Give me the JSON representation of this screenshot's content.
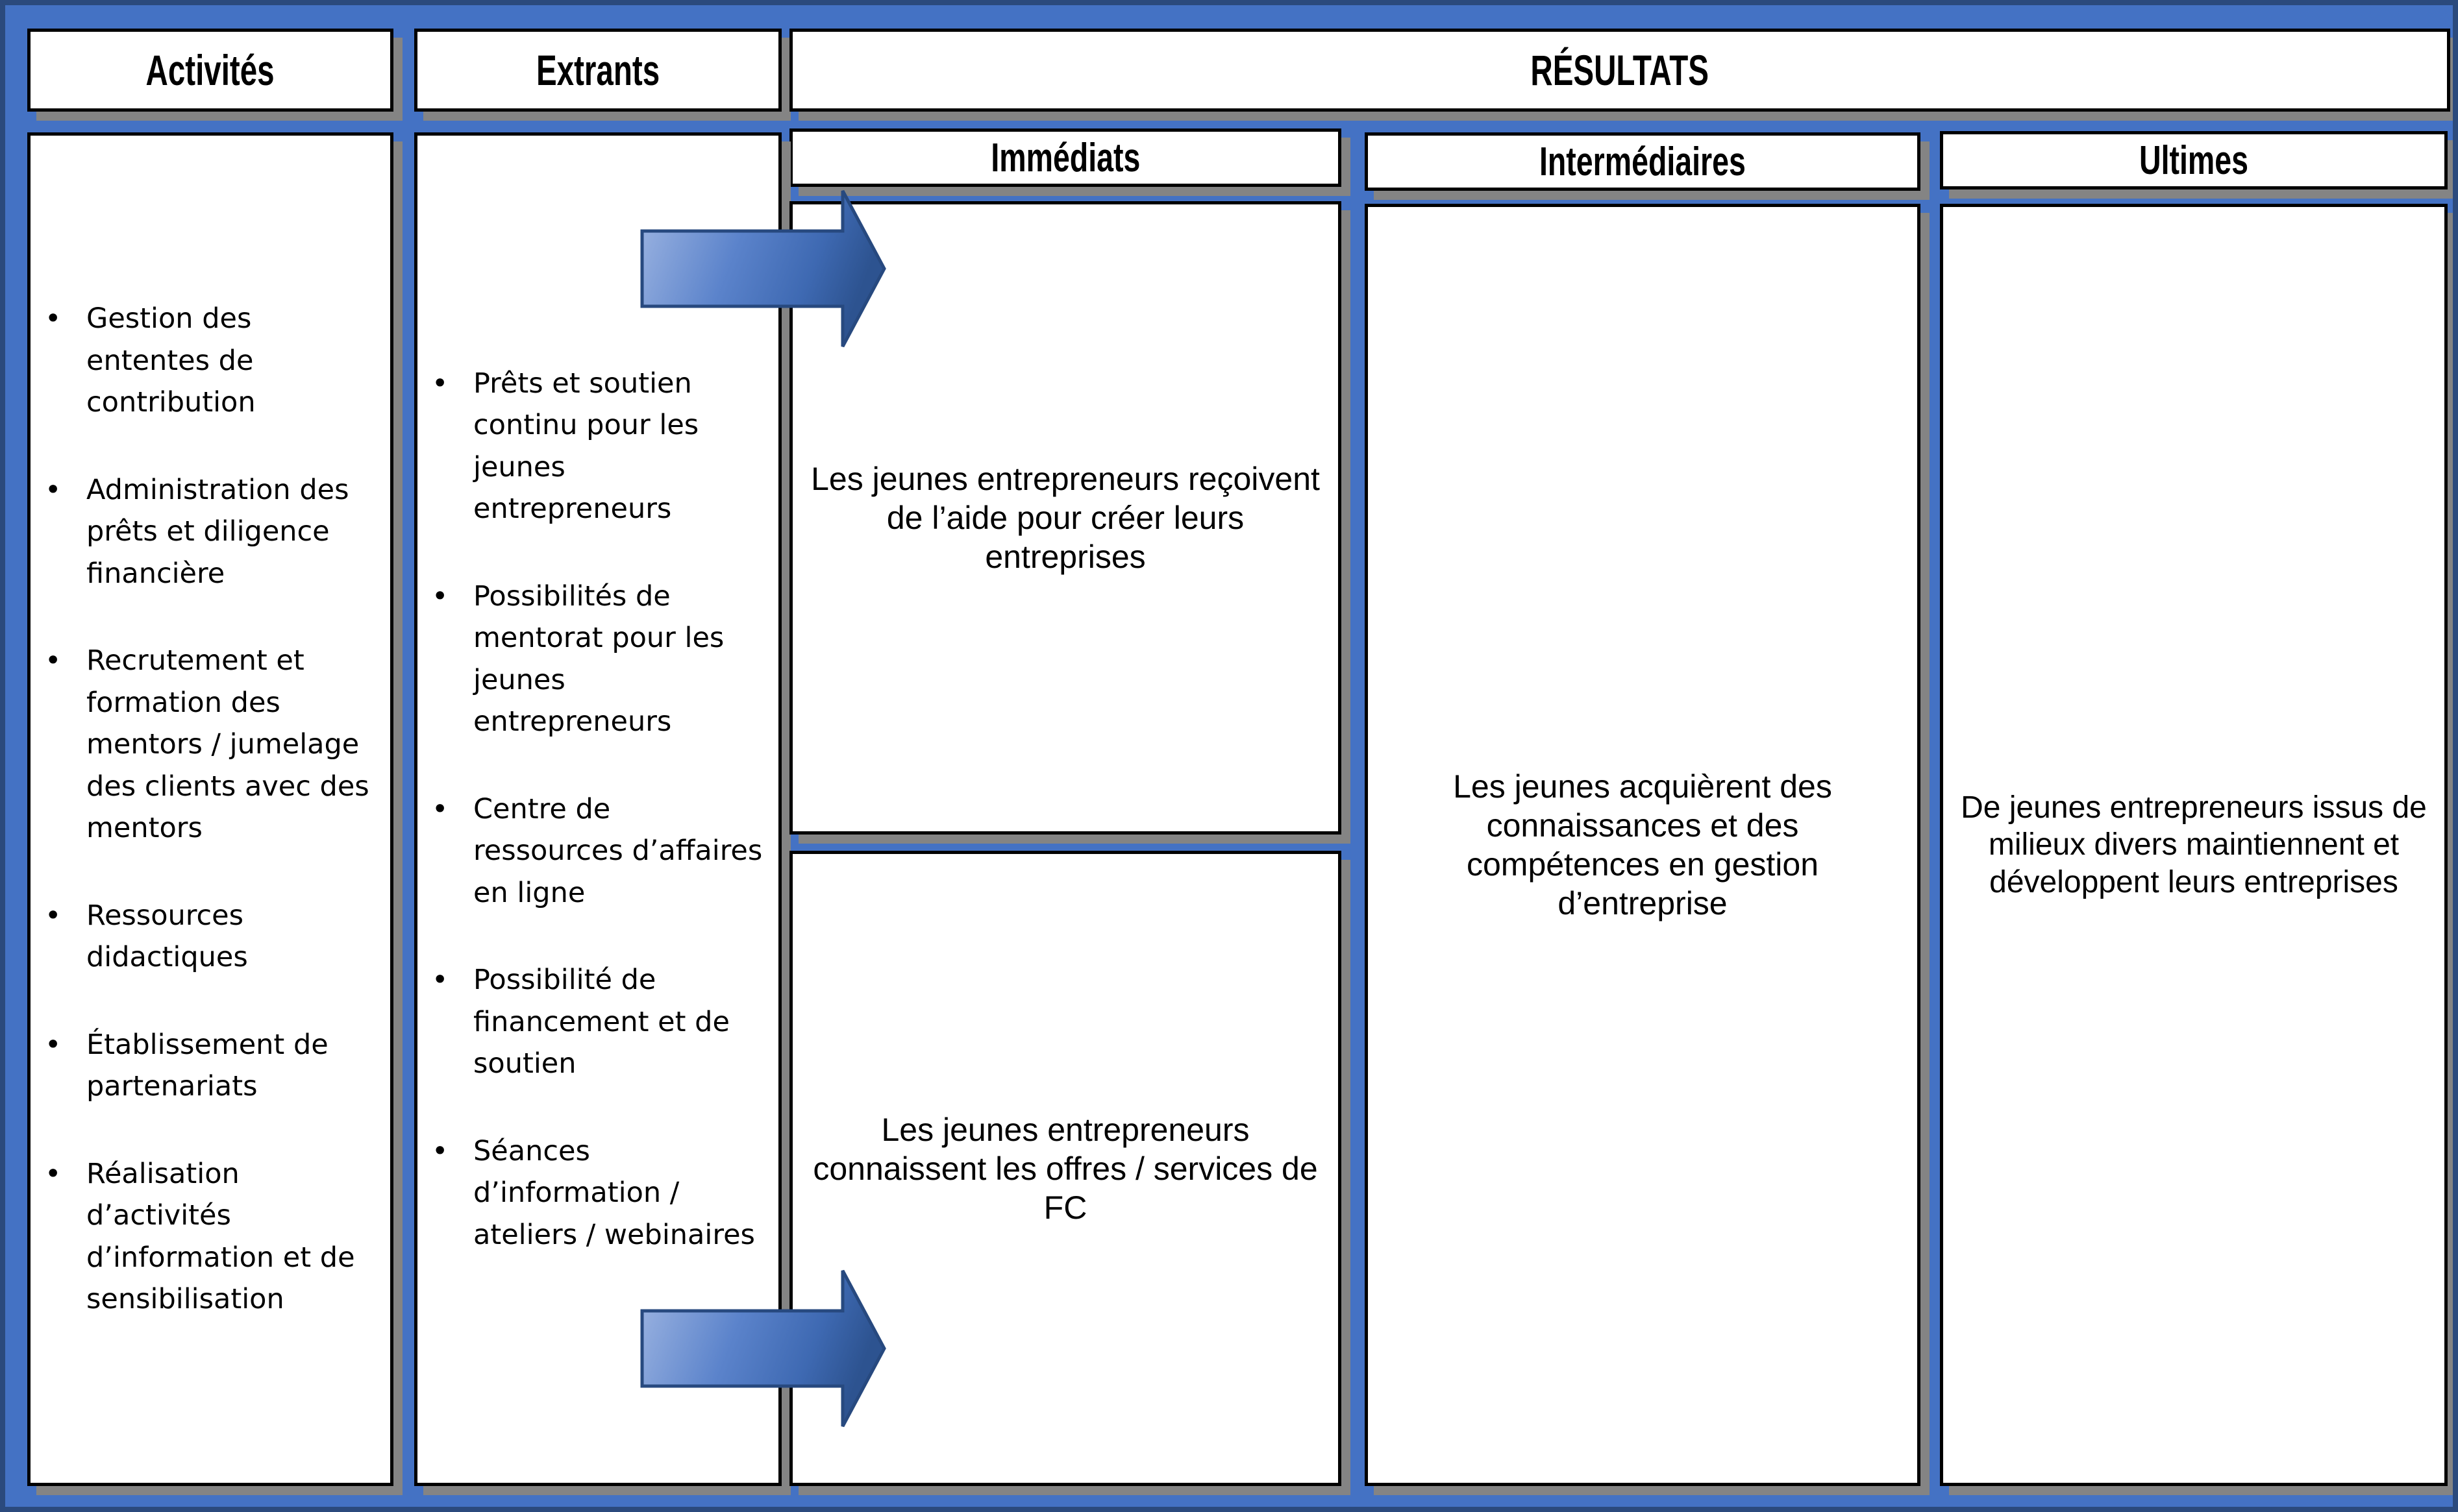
{
  "palette": {
    "canvas_blue": "#4472C4",
    "frame_navy": "#2B4A7D",
    "box_shadow_gray": "#848484",
    "box_border_black": "#000000",
    "arrow_gradient_start": "#9FB6E2",
    "arrow_gradient_mid": "#4F79C5",
    "arrow_gradient_end": "#2D5390",
    "arrow_stroke": "#27497F"
  },
  "columns": {
    "activites": {
      "header": "Activités",
      "items": [
        "Gestion des ententes de contribution",
        "Administration des prêts et diligence financière",
        "Recrutement et formation des mentors / jumelage des clients avec des mentors",
        "Ressources didactiques",
        "Établissement de partenariats",
        "Réalisation d’activités d’information et de sensibilisation"
      ]
    },
    "extrants": {
      "header": "Extrants",
      "items": [
        "Prêts et soutien continu pour les jeunes entrepreneurs",
        "Possibilités de mentorat pour les jeunes entrepreneurs",
        "Centre de ressources d’affaires en ligne",
        "Possibilité de financement et de soutien",
        "Séances d’information / ateliers / webinaires"
      ]
    },
    "resultats": {
      "header": "RÉSULTATS",
      "immediats": {
        "label": "Immédiats",
        "box1": "Les jeunes entrepreneurs reçoivent de l’aide pour créer leurs entreprises",
        "box2": "Les jeunes entrepreneurs connaissent les offres / services de FC"
      },
      "intermediaires": {
        "label": "Intermédiaires",
        "box1": "Les jeunes acquièrent des connaissances et des compétences en gestion d’entreprise"
      },
      "ultimes": {
        "label": "Ultimes",
        "box1": "De jeunes entrepreneurs issus de milieux divers maintiennent et développent leurs entreprises"
      }
    }
  }
}
